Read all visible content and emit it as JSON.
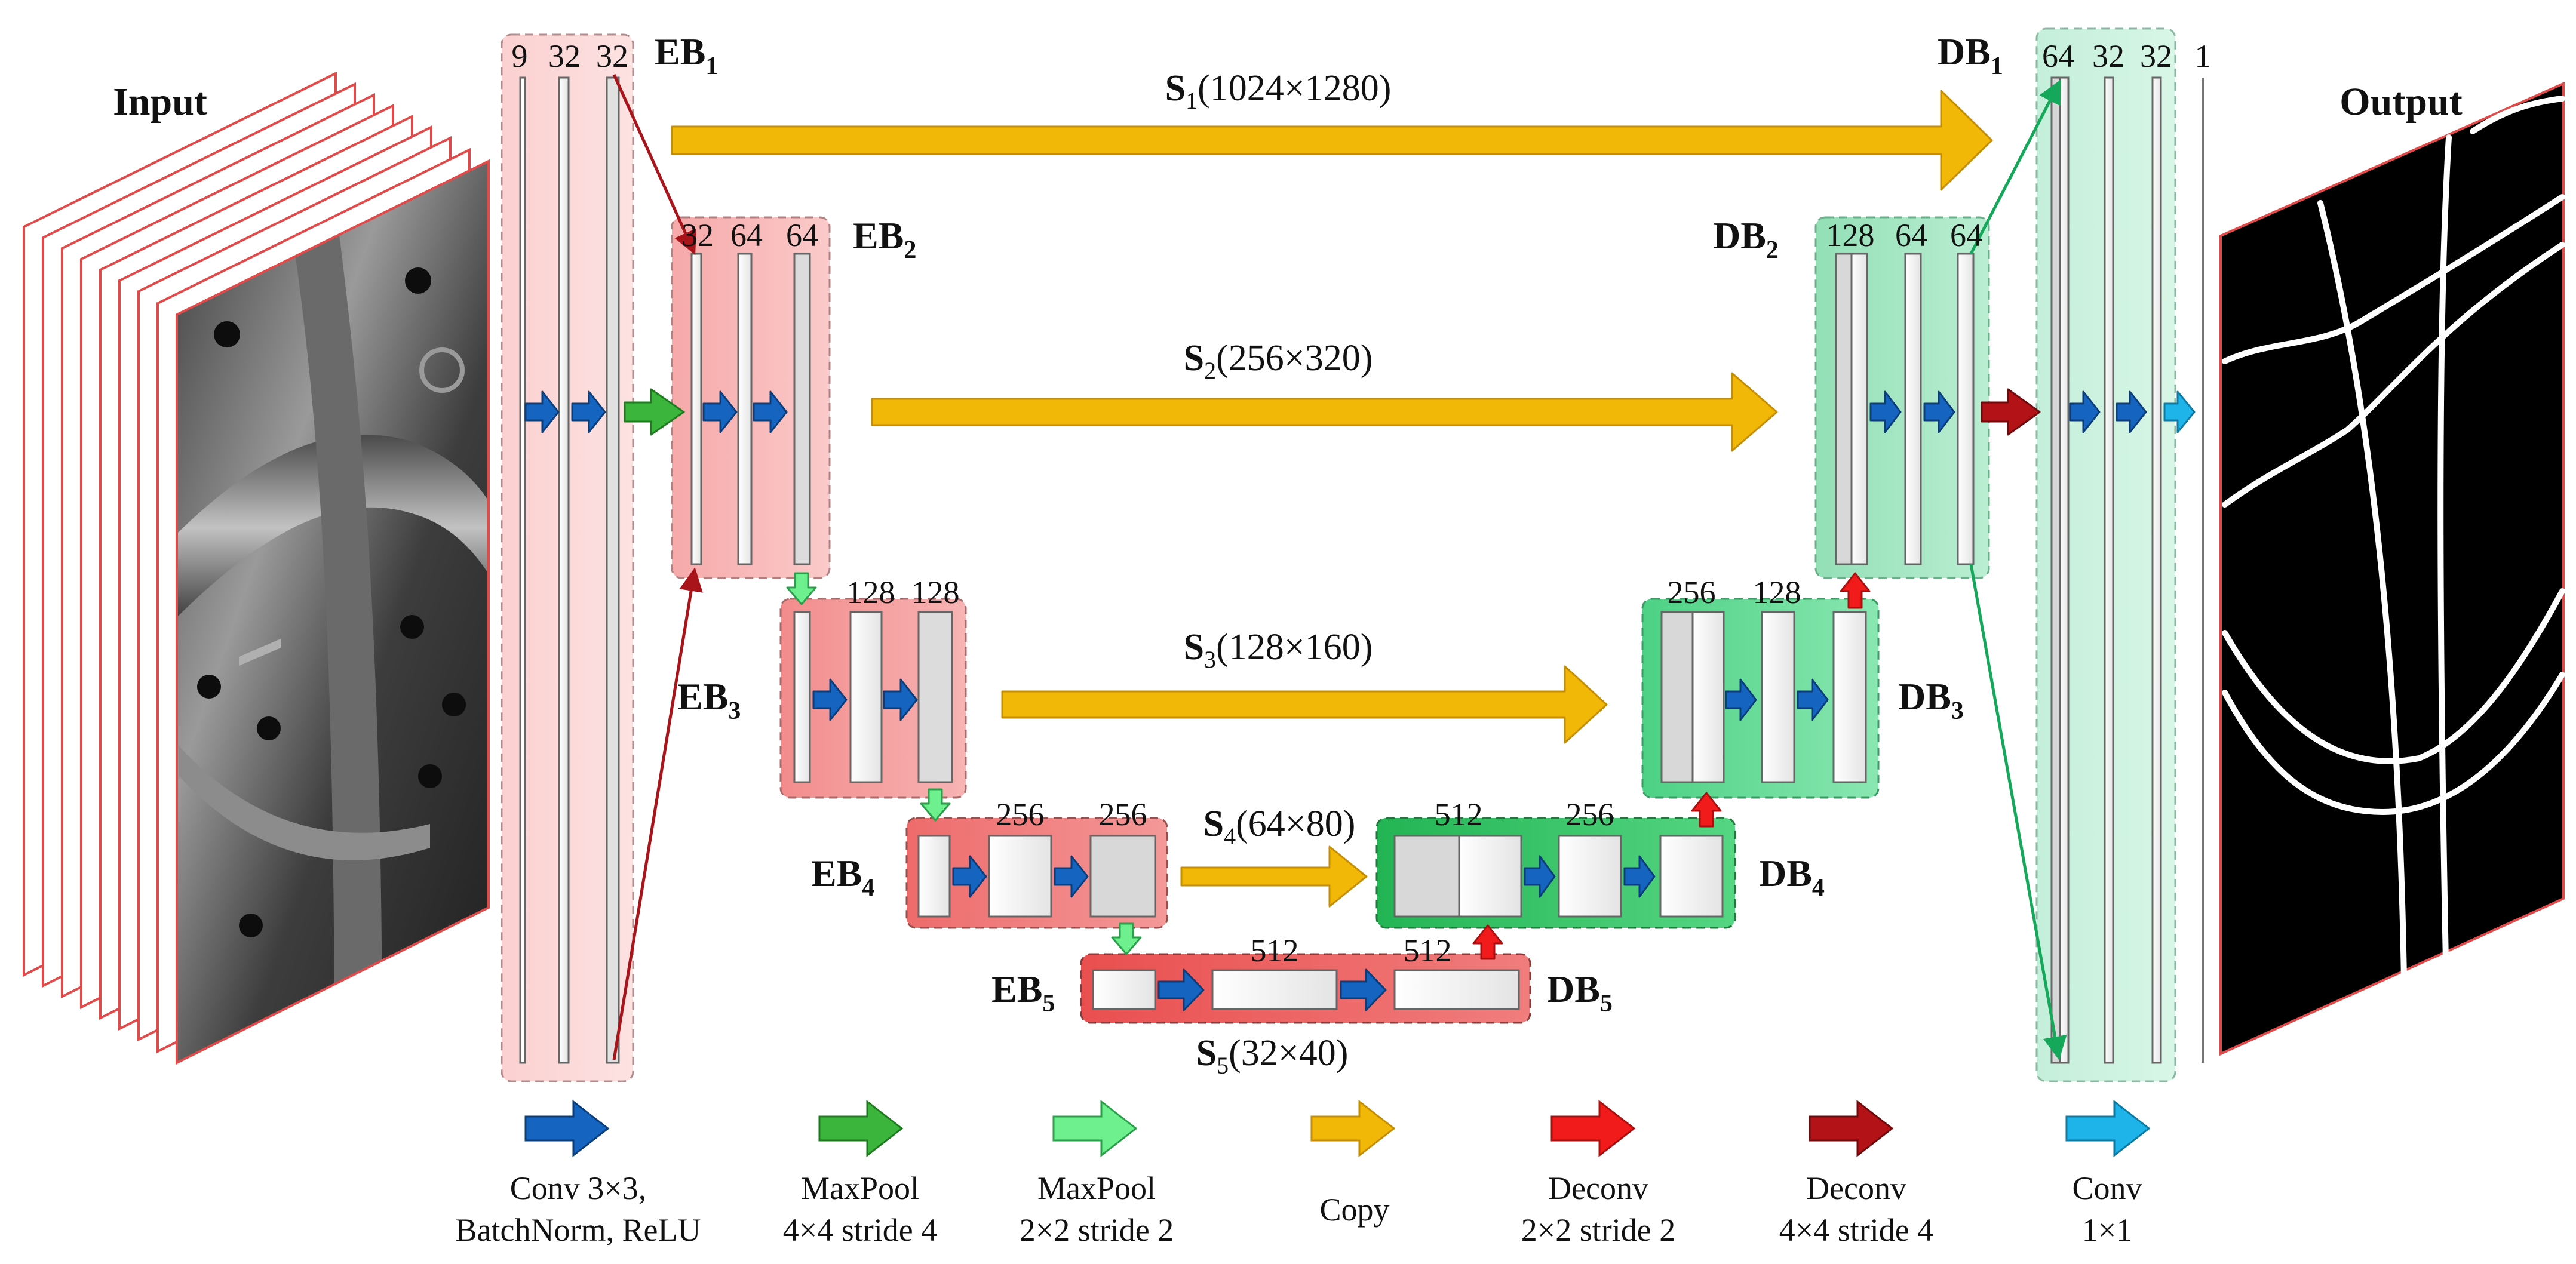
{
  "input_label": "Input",
  "output_label": "Output",
  "encoder": [
    {
      "name": "EB",
      "sub": "1",
      "channels": [
        "9",
        "32",
        "32"
      ]
    },
    {
      "name": "EB",
      "sub": "2",
      "channels": [
        "32",
        "64",
        "64"
      ]
    },
    {
      "name": "EB",
      "sub": "3",
      "channels": [
        "128",
        "128"
      ]
    },
    {
      "name": "EB",
      "sub": "4",
      "channels": [
        "256",
        "256"
      ]
    },
    {
      "name": "EB",
      "sub": "5",
      "channels": [
        "512",
        "512"
      ]
    }
  ],
  "decoder": [
    {
      "name": "DB",
      "sub": "1",
      "channels": [
        "64",
        "32",
        "32",
        "1"
      ]
    },
    {
      "name": "DB",
      "sub": "2",
      "channels": [
        "128",
        "64",
        "64"
      ]
    },
    {
      "name": "DB",
      "sub": "3",
      "channels": [
        "256",
        "128"
      ]
    },
    {
      "name": "DB",
      "sub": "4",
      "channels": [
        "512",
        "256"
      ]
    },
    {
      "name": "DB",
      "sub": "5"
    }
  ],
  "skips": [
    {
      "name": "S",
      "sub": "1",
      "size": "(1024×1280)"
    },
    {
      "name": "S",
      "sub": "2",
      "size": "(256×320)"
    },
    {
      "name": "S",
      "sub": "3",
      "size": "(128×160)"
    },
    {
      "name": "S",
      "sub": "4",
      "size": "(64×80)"
    },
    {
      "name": "S",
      "sub": "5",
      "size": "(32×40)"
    }
  ],
  "legend": [
    {
      "color": "#1565c0",
      "lines": [
        "Conv 3×3,",
        "BatchNorm, ReLU"
      ]
    },
    {
      "color": "#3cb53c",
      "lines": [
        "MaxPool",
        "4×4 stride 4"
      ]
    },
    {
      "color": "#6ff08f",
      "lines": [
        "MaxPool",
        "2×2 stride 2"
      ]
    },
    {
      "color": "#f2b807",
      "lines": [
        "Copy"
      ]
    },
    {
      "color": "#f21b1b",
      "lines": [
        "Deconv",
        "2×2 stride 2"
      ]
    },
    {
      "color": "#b31217",
      "lines": [
        "Deconv",
        "4×4 stride 4"
      ]
    },
    {
      "color": "#1eb4ea",
      "lines": [
        "Conv",
        "1×1"
      ]
    }
  ],
  "colors": {
    "conv": "#1565c0",
    "maxpool4": "#3cb53c",
    "maxpool2": "#6ff08f",
    "copy": "#f2b807",
    "deconv2": "#f21b1b",
    "deconv4": "#b31217",
    "conv1": "#1eb4ea"
  }
}
